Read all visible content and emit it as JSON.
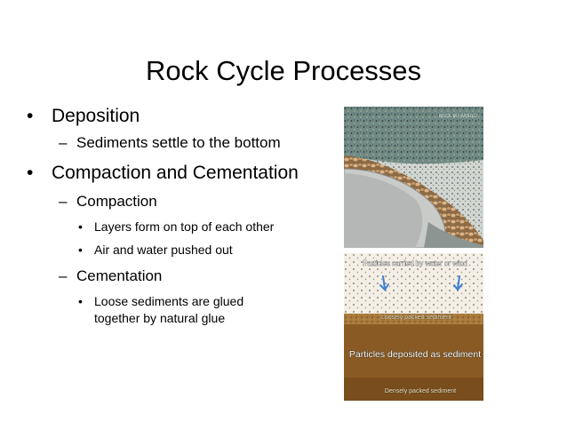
{
  "slide": {
    "title": "Rock Cycle Processes",
    "bullets": [
      {
        "text": "Deposition",
        "subs": [
          {
            "text": "Sediments settle to the bottom"
          }
        ]
      },
      {
        "text": "Compaction and Cementation",
        "subs": [
          {
            "text": "Compaction",
            "items": [
              "Layers form on top of each other",
              "Air and water pushed out"
            ]
          },
          {
            "text": "Cementation",
            "items": [
              "Loose sediments are glued together by natural glue"
            ]
          }
        ]
      }
    ]
  },
  "figure_top": {
    "watermark": "ROCK MY WORLD"
  },
  "figure_bottom": {
    "label_top": "Particles carried by water or wind",
    "label_loose": "Loosely packed sediment",
    "label_main": "Particles deposited as sediment",
    "label_dense": "Densely packed sediment"
  },
  "colors": {
    "sediment_brown": "#8a5a24",
    "arrow_blue": "#3d7fd6",
    "water_teal": "#6f8a86"
  }
}
